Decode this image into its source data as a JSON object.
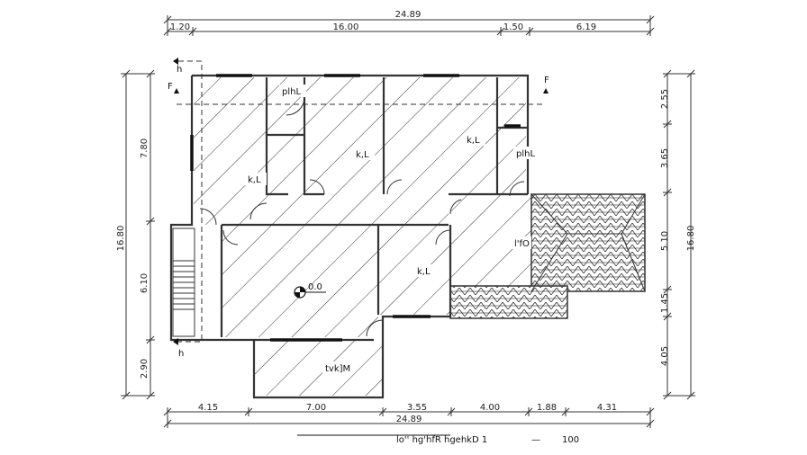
{
  "dimensions": {
    "top_total": "24.89",
    "top_segments": [
      "1.20",
      "16.00",
      "1.50",
      "6.19"
    ],
    "bottom_segments": [
      "4.15",
      "7.00",
      "3.55",
      "4.00",
      "1.88",
      "4.31"
    ],
    "bottom_total": "24.89",
    "left_total": "16.80",
    "left_segments": [
      "7.80",
      "6.10",
      "2.90"
    ],
    "right_total": "16.80",
    "right_segments": [
      "2.55",
      "3.65",
      "5.10",
      "1.45",
      "4.05"
    ]
  },
  "section_marks": {
    "h_top": "h",
    "h_bottom": "h",
    "f_left": "F",
    "f_right": "F"
  },
  "rooms": {
    "plhl_1": "plhL",
    "kl_1": "k,L",
    "kl_2": "k,L",
    "kl_3": "k,L",
    "plhl_2": "plhL",
    "lfo": "l'fO",
    "kl_4": "k,L",
    "tvkm": "tvk]M"
  },
  "level_mark": "0.0",
  "caption": {
    "text": "lo'' hg'hfR hgehkD 1",
    "dash": "—",
    "scale": "100"
  }
}
